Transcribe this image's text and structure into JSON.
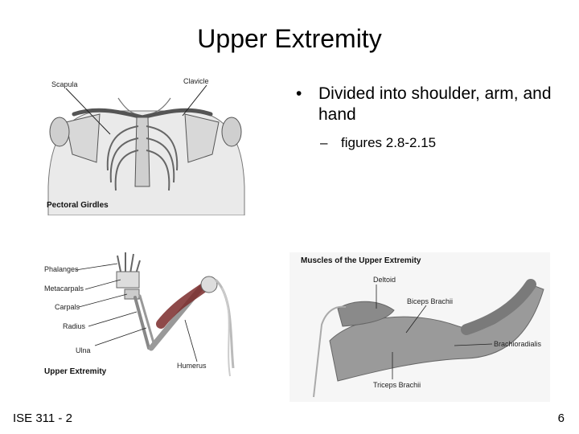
{
  "slide": {
    "title": "Upper Extremity",
    "bullet_main": "Divided into shoulder, arm, and hand",
    "bullet_sub": "figures 2.8-2.15",
    "bullet_marker": "•",
    "sub_marker": "–",
    "footer_left": "ISE 311 - 2",
    "page_number": "6"
  },
  "figures": {
    "pectoral": {
      "caption": "Pectoral Girdles",
      "labels": {
        "scapula": "Scapula",
        "clavicle": "Clavicle"
      }
    },
    "skeleton": {
      "caption": "Upper Extremity",
      "labels": {
        "phalanges": "Phalanges",
        "metacarpals": "Metacarpals",
        "carpals": "Carpals",
        "radius": "Radius",
        "ulna": "Ulna",
        "humerus": "Humerus"
      }
    },
    "muscles": {
      "caption": "Muscles of the Upper Extremity",
      "labels": {
        "deltoid": "Deltoid",
        "biceps": "Biceps Brachii",
        "brachioradialis": "Brachioradialis",
        "triceps": "Triceps Brachii"
      }
    }
  }
}
